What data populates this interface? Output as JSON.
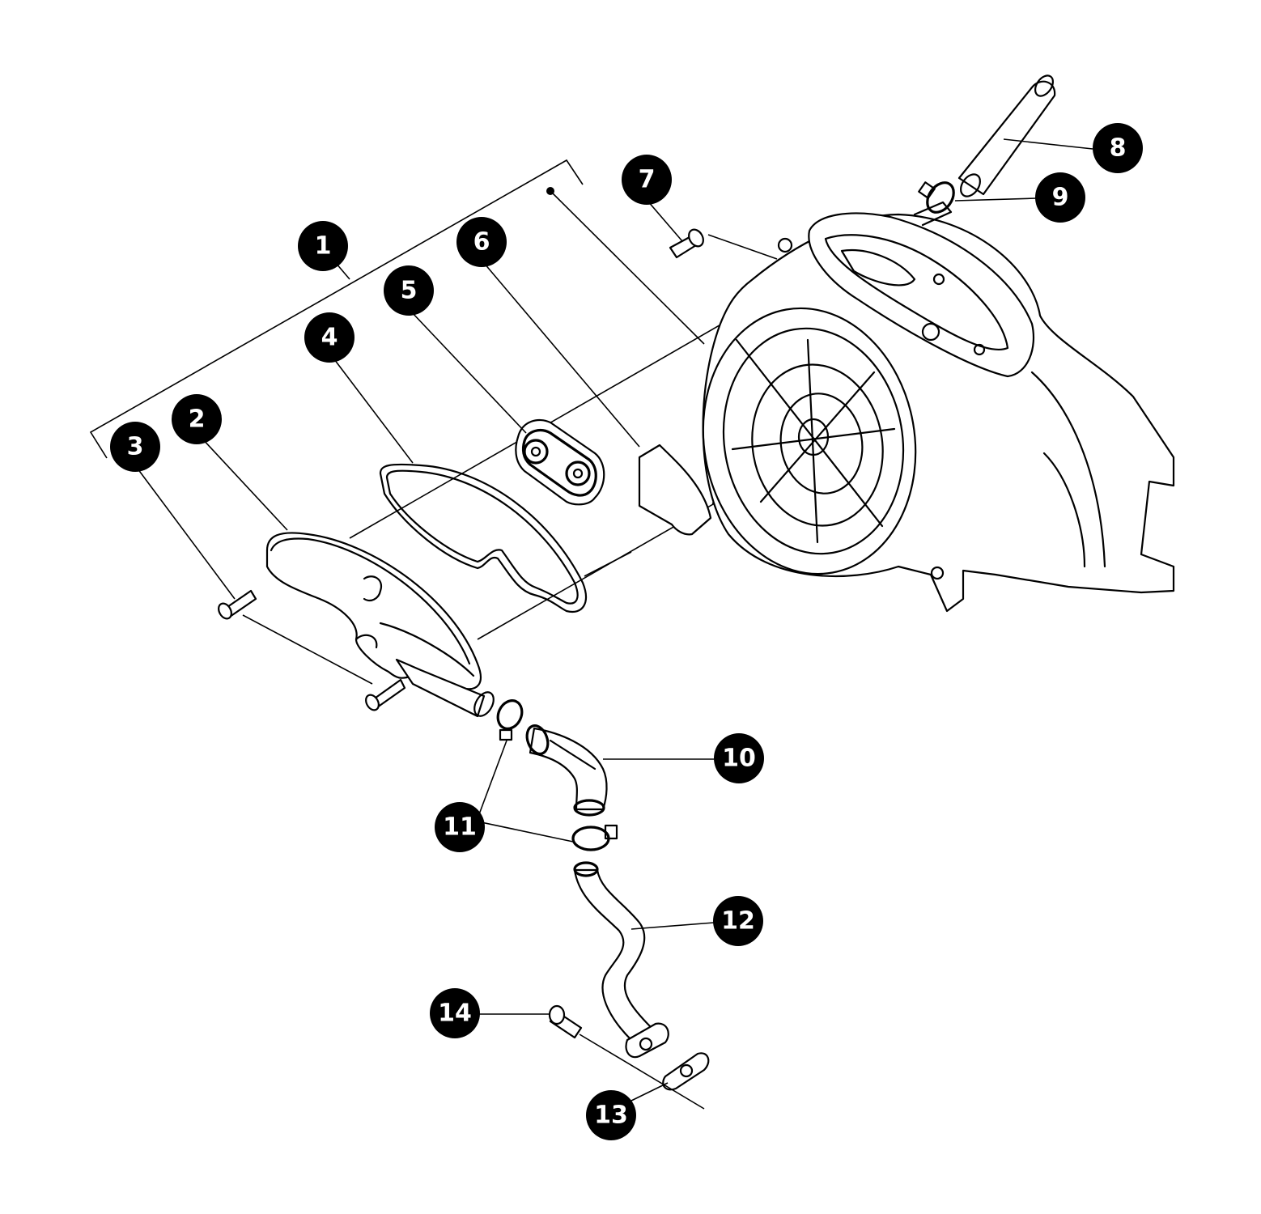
{
  "colors": {
    "line": "#000000",
    "bubble": "#000000",
    "bubble_text": "#ffffff",
    "background": "#ffffff"
  },
  "callouts": [
    {
      "label": "1"
    },
    {
      "label": "2"
    },
    {
      "label": "3"
    },
    {
      "label": "4"
    },
    {
      "label": "5"
    },
    {
      "label": "6"
    },
    {
      "label": "7"
    },
    {
      "label": "8"
    },
    {
      "label": "9"
    },
    {
      "label": "10"
    },
    {
      "label": "11"
    },
    {
      "label": "12"
    },
    {
      "label": "13"
    },
    {
      "label": "14"
    }
  ]
}
